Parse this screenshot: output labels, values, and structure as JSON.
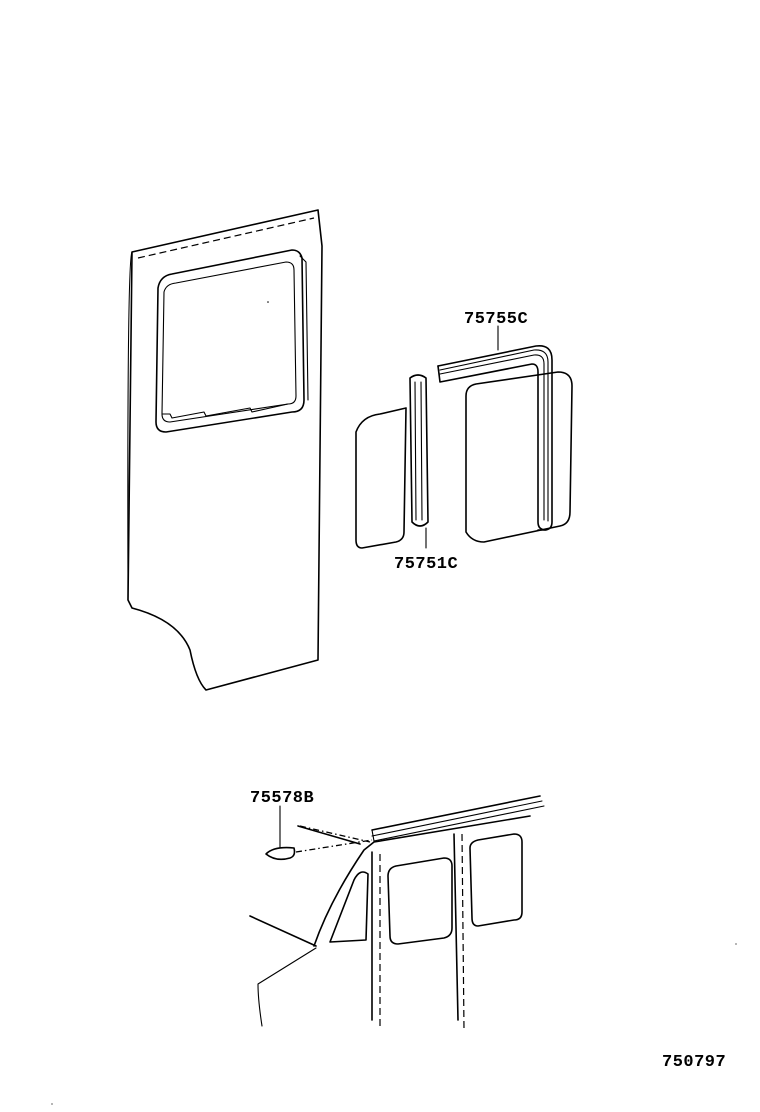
{
  "diagram": {
    "callouts": {
      "front_weatherstrip": "75755C",
      "division_bar": "75751C",
      "clip": "75578B"
    },
    "figure_number": "750797"
  }
}
